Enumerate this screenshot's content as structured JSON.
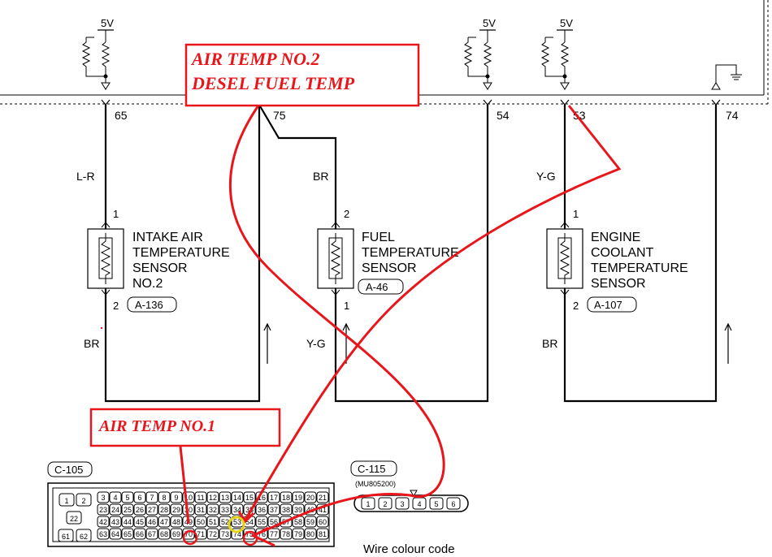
{
  "callouts": {
    "top_line1": "AIR TEMP NO.2",
    "top_line2": "DESEL FUEL TEMP",
    "bottom": "AIR TEMP NO.1",
    "color": "#e8161b"
  },
  "ecu_pins": {
    "p65": "65",
    "p75": "75",
    "p54": "54",
    "p53": "53",
    "p74": "74"
  },
  "supply": {
    "v1": "5V",
    "v2": "5V",
    "v3": "5V"
  },
  "wires": {
    "w1": "L-R",
    "w2": "BR",
    "w3": "Y-G",
    "w4": "BR",
    "w5": "Y-G",
    "w6": "BR"
  },
  "sensors": {
    "intake": {
      "lines": [
        "INTAKE AIR",
        "TEMPERATURE",
        "SENSOR",
        "NO.2"
      ],
      "pin_top": "1",
      "pin_bottom": "2",
      "connector": "A-136"
    },
    "fuel": {
      "lines": [
        "FUEL",
        "TEMPERATURE",
        "SENSOR"
      ],
      "pin_top": "2",
      "pin_bottom": "1",
      "connector": "A-46"
    },
    "coolant": {
      "lines": [
        "ENGINE",
        "COOLANT",
        "TEMPERATURE",
        "SENSOR"
      ],
      "pin_top": "1",
      "pin_bottom": "2",
      "connector": "A-107"
    }
  },
  "connectors": {
    "c105": "C-105",
    "c115": "C-115",
    "c115_part": "(MU805200)",
    "c115_pins": [
      "1",
      "2",
      "3",
      "4",
      "5",
      "6"
    ],
    "c105_left_pins": [
      "1",
      "2",
      "22",
      "61",
      "62"
    ],
    "c105_row1": [
      "3",
      "4",
      "5",
      "6",
      "7",
      "8",
      "9",
      "10",
      "11",
      "12",
      "13",
      "14",
      "15",
      "16",
      "17",
      "18",
      "19",
      "20",
      "21"
    ],
    "c105_row2": [
      "23",
      "24",
      "25",
      "26",
      "27",
      "28",
      "29",
      "30",
      "31",
      "32",
      "33",
      "34",
      "35",
      "36",
      "37",
      "38",
      "39",
      "40",
      "41"
    ],
    "c105_row3": [
      "42",
      "43",
      "44",
      "45",
      "46",
      "47",
      "48",
      "49",
      "50",
      "51",
      "52",
      "53",
      "54",
      "55",
      "56",
      "57",
      "58",
      "59",
      "60"
    ],
    "c105_row4": [
      "63",
      "64",
      "65",
      "66",
      "67",
      "68",
      "69",
      "70",
      "71",
      "72",
      "73",
      "74",
      "75",
      "76",
      "77",
      "78",
      "79",
      "80",
      "81"
    ]
  },
  "footer": {
    "wire_colour_code": "Wire colour code"
  }
}
